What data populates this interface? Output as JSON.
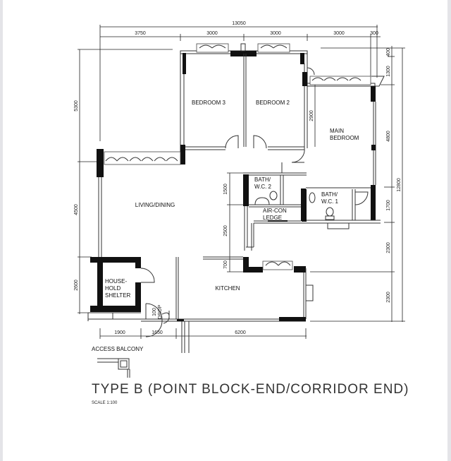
{
  "plan": {
    "title": "TYPE B (POINT BLOCK-END/CORRIDOR END)",
    "scale": "SCALE  1:100",
    "rooms": {
      "bedroom3": "BEDROOM 3",
      "bedroom2": "BEDROOM 2",
      "main_bedroom_1": "MAIN",
      "main_bedroom_2": "BEDROOM",
      "living_dining": "LIVING/DINING",
      "bath2_1": "BATH/",
      "bath2_2": "W.C. 2",
      "bath1_1": "BATH/",
      "bath1_2": "W.C. 1",
      "aircon_1": "AIR-CON",
      "aircon_2": "LEDGE",
      "shelter_1": "HOUSE-",
      "shelter_2": "HOLD",
      "shelter_3": "SHELTER",
      "kitchen": "KITCHEN",
      "access_balcony": "ACCESS BALCONY",
      "drop_1": "100",
      "drop_2": "DROP"
    },
    "dimensions": {
      "top_total": "13050",
      "top": [
        "3750",
        "3000",
        "3000",
        "3000",
        "300"
      ],
      "left": [
        "5300",
        "4500",
        "2600"
      ],
      "right_inner": [
        "400",
        "1300",
        "4800",
        "1700",
        "2300",
        "2300"
      ],
      "right_total": "12800",
      "bottom": [
        "1900",
        "1650",
        "6200"
      ],
      "interior": [
        "2900",
        "1500",
        "2500",
        "700"
      ]
    }
  }
}
